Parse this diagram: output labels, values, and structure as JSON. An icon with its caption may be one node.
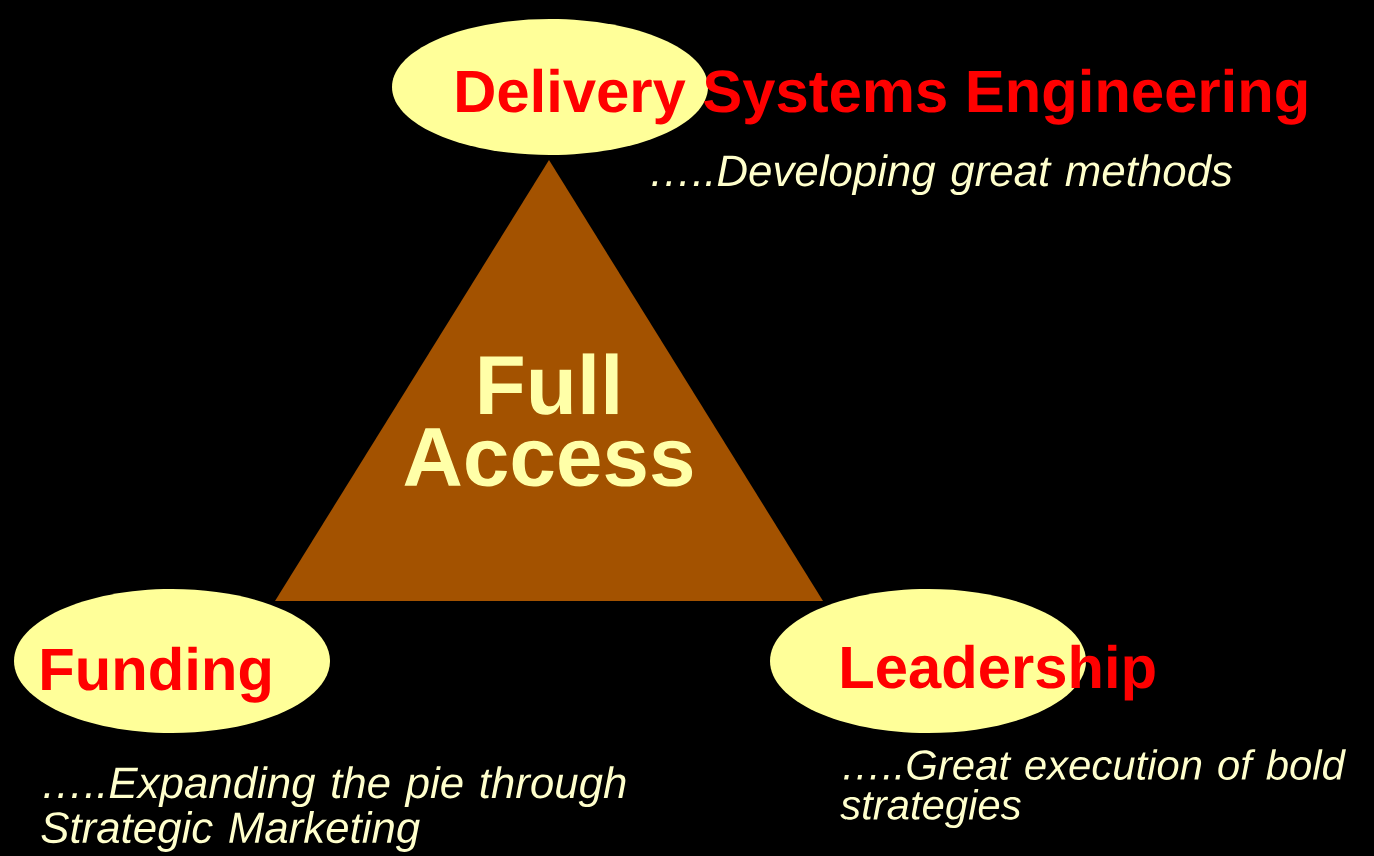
{
  "diagram": {
    "nodes": [
      {
        "text": [
          "Full Access"
        ]
      },
      {
        "text": [
          "Delivery Systems Engineering"
        ],
        "beside": [
          "…..Developing great methods"
        ]
      },
      {
        "text": [
          "Funding"
        ],
        "beside": [
          "…..Expanding the pie through Strategic Marketing"
        ]
      },
      {
        "text": [
          "Leadership"
        ],
        "beside": [
          "…..Great execution of bold strategies"
        ]
      }
    ]
  }
}
